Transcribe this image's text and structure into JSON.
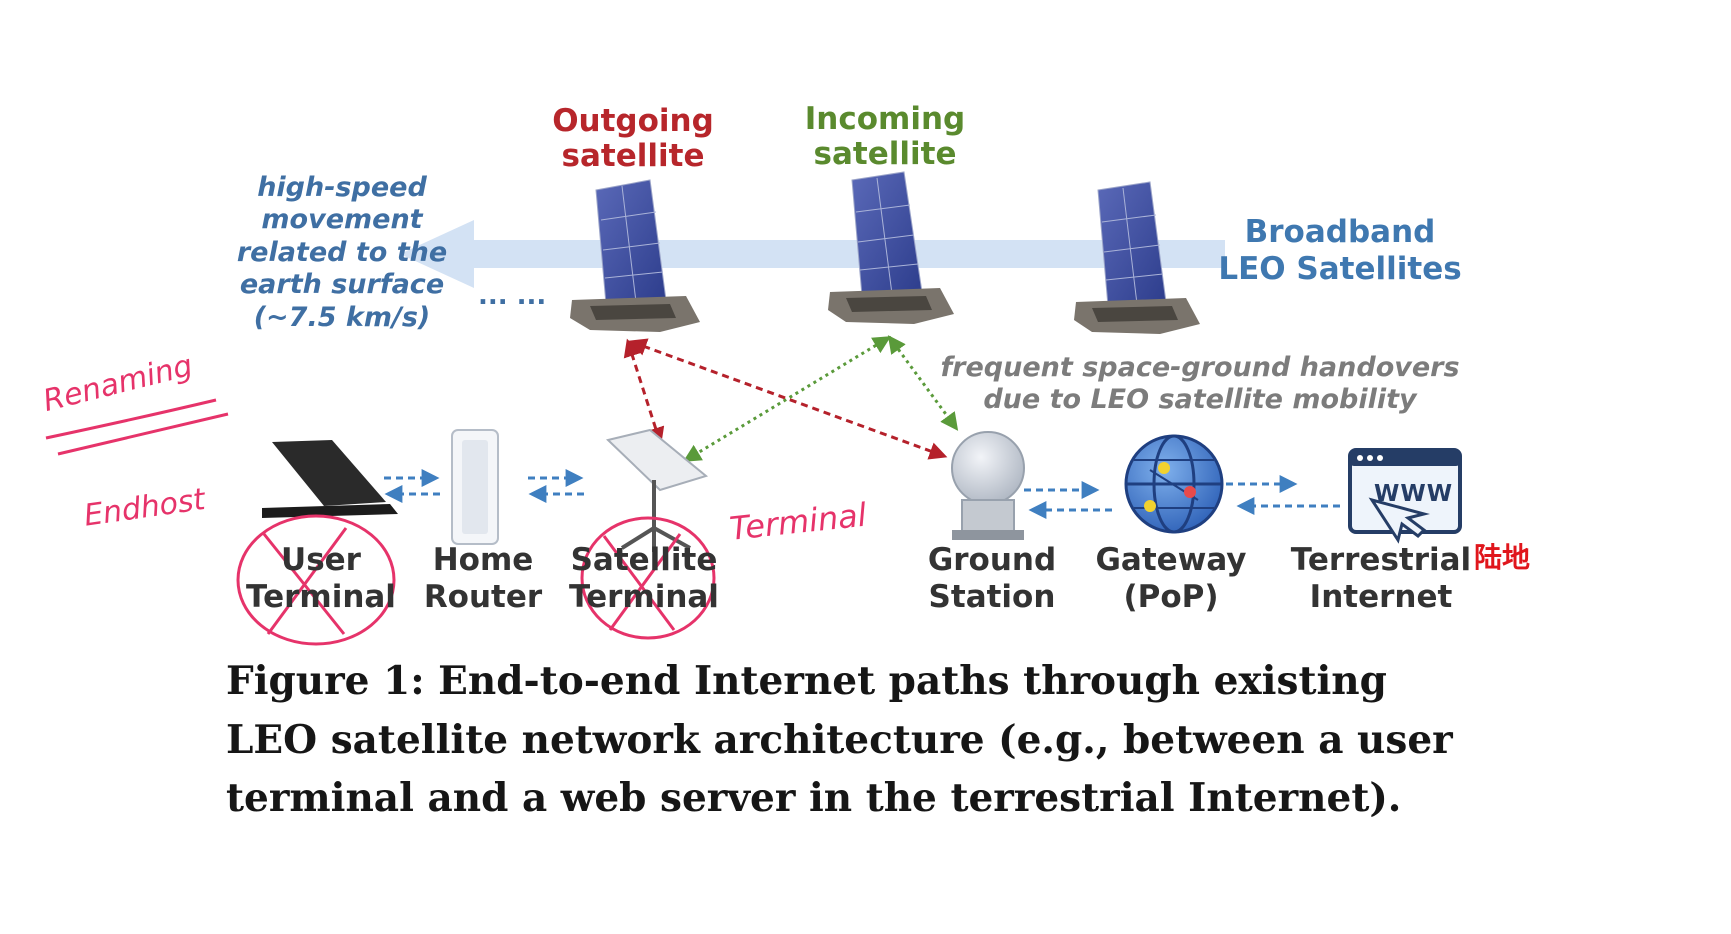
{
  "satellites": {
    "outgoing_title": [
      "Outgoing",
      "satellite"
    ],
    "incoming_title": [
      "Incoming",
      "satellite"
    ],
    "broadband_label": [
      "Broadband",
      "LEO Satellites"
    ],
    "ellipsis": "... ..."
  },
  "movement_label": [
    "high-speed",
    "movement",
    "related to the",
    "earth surface",
    "(~7.5 km/s)"
  ],
  "handover_label": [
    "frequent space-ground handovers",
    "due to LEO satellite mobility"
  ],
  "nodes": {
    "user_terminal": [
      "User",
      "Terminal"
    ],
    "home_router": [
      "Home",
      "Router"
    ],
    "satellite_terminal": [
      "Satellite",
      "Terminal"
    ],
    "ground_station": [
      "Ground",
      "Station"
    ],
    "gateway": [
      "Gateway",
      "(PoP)"
    ],
    "terrestrial_internet": [
      "Terrestrial",
      "Internet"
    ]
  },
  "www_text": "WWW",
  "annotations": {
    "renaming": "Renaming",
    "endhost": "Endhost",
    "terminal": "Terminal",
    "land": "陆地"
  },
  "caption": [
    "Figure 1: End-to-end Internet paths through existing",
    "LEO satellite network architecture (e.g., between a user",
    "terminal and a web server in the terrestrial Internet)."
  ],
  "colors": {
    "red_link": "#b5212b",
    "green_link": "#5a9a3a",
    "blue_link": "#3f7fc0",
    "annotation_pink": "#e6336a"
  }
}
